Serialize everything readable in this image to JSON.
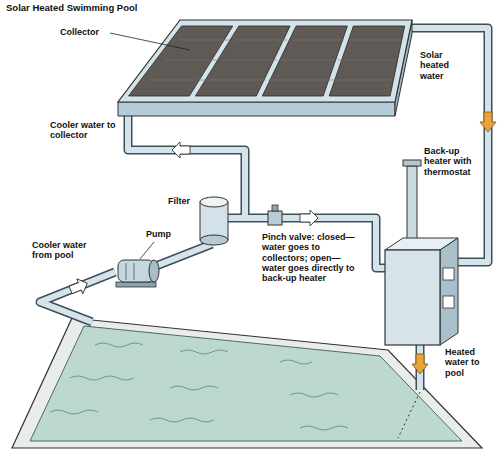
{
  "diagram": {
    "title": "Solar Heated Swimming Pool",
    "labels": [
      "Collector",
      "Solar heated water",
      "Cooler water to collector",
      "Filter",
      "Pump",
      "Pinch valve: closed— water goes to collectors; open— water goes directly to back-up heater",
      "Back-up heater with thermostat",
      "Heated water to pool",
      "Cooler water from pool"
    ]
  }
}
